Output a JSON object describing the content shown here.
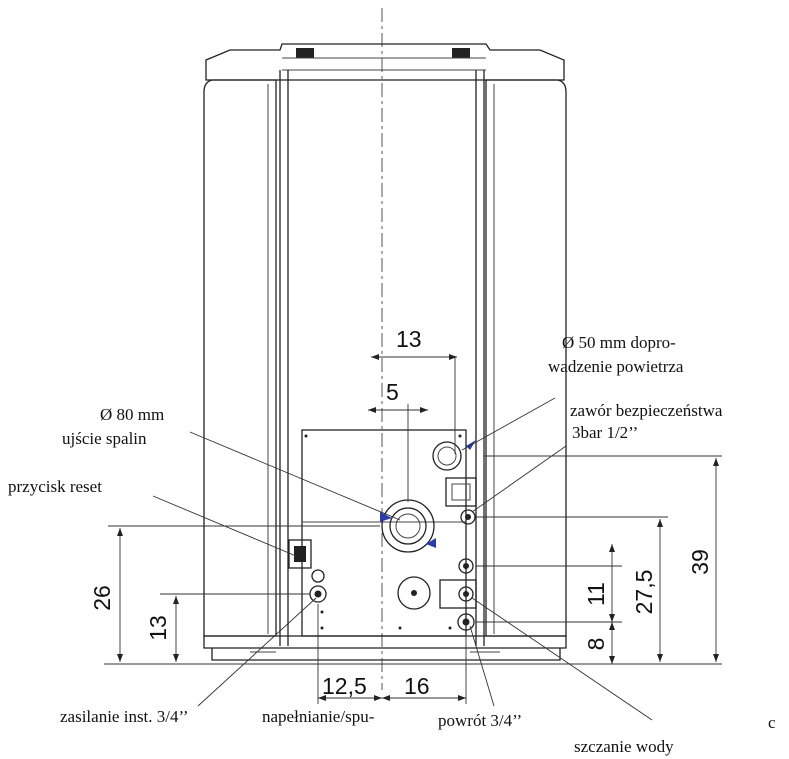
{
  "labels": {
    "air_inlet_line1": "Ø 50 mm dopro-",
    "air_inlet_line2": "wadzenie powietrza",
    "safety_valve_line1": "zawór bezpieczeństwa",
    "safety_valve_line2": "3bar 1/2’’",
    "flue_line1": "Ø 80 mm",
    "flue_line2": "ujście spalin",
    "reset": "przycisk reset",
    "supply": "zasilanie inst. 3/4’’",
    "fill": "napełnianie/spu-",
    "return": "powrót 3/4’’",
    "drain": "szczanie  wody",
    "edge_mark": "c"
  },
  "dimensions": {
    "top_offset": "13",
    "flue_offset": "5",
    "h_26": "26",
    "h_13": "13",
    "w_12_5": "12,5",
    "w_16": "16",
    "h_11": "11",
    "h_8": "8",
    "h_27_5": "27,5",
    "h_39": "39"
  }
}
